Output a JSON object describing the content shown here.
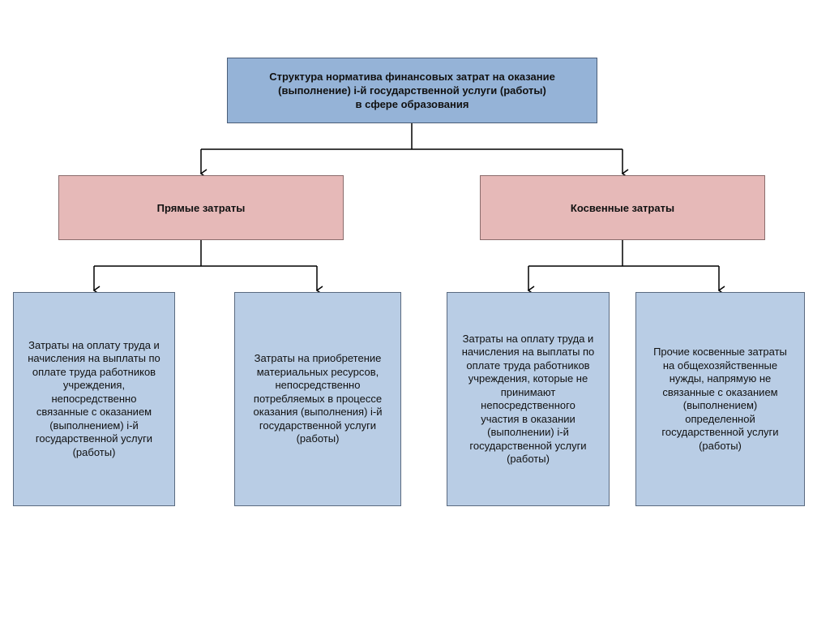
{
  "root": {
    "text": "Структура норматива финансовых затрат на оказание\n(выполнение) i-й государственной услуги (работы)\nв сфере образования"
  },
  "direct": {
    "text": "Прямые затраты",
    "items": [
      {
        "text": "Затраты на оплату труда и\nначисления на выплаты по\nоплате труда работников\nучреждения,\nнепосредственно\nсвязанные с оказанием\n(выполнением) i-й\nгосударственной услуги\n(работы)"
      },
      {
        "text": "Затраты на приобретение\nматериальных ресурсов,\nнепосредственно\nпотребляемых в процессе\nоказания (выполнения) i-й\nгосударственной услуги\n(работы)"
      }
    ]
  },
  "indirect": {
    "text": "Косвенные затраты",
    "items": [
      {
        "text": "Затраты на оплату труда и\nначисления на выплаты по\nоплате труда работников\nучреждения, которые не\nпринимают\nнепосредственного\nучастия в оказании\n(выполнении) i-й\nгосударственной услуги\n(работы)"
      },
      {
        "text": "Прочие косвенные  затраты\nна общехозяйственные\nнужды, напрямую не\nсвязанные с оказанием\n(выполнением)\nопределенной\nгосударственной услуги\n(работы)"
      }
    ]
  }
}
